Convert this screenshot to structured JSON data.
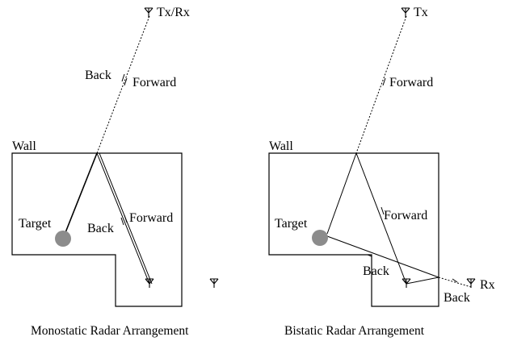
{
  "left": {
    "tx_label": "Tx/Rx",
    "wall_label": "Wall",
    "target_label": "Target",
    "back_top": "Back",
    "forward_top": "Forward",
    "back_inside": "Back",
    "forward_inside": "Forward",
    "caption": "Monostatic Radar Arrangement"
  },
  "right": {
    "tx_label": "Tx",
    "wall_label": "Wall",
    "target_label": "Target",
    "forward_top": "Forward",
    "forward_inside": "Forward",
    "back_inside": "Back",
    "back_outside": "Back",
    "rx_label": "Rx",
    "caption": "Bistatic Radar Arrangement"
  },
  "colors": {
    "target": "#8c8c8c",
    "lines": "#000000"
  }
}
